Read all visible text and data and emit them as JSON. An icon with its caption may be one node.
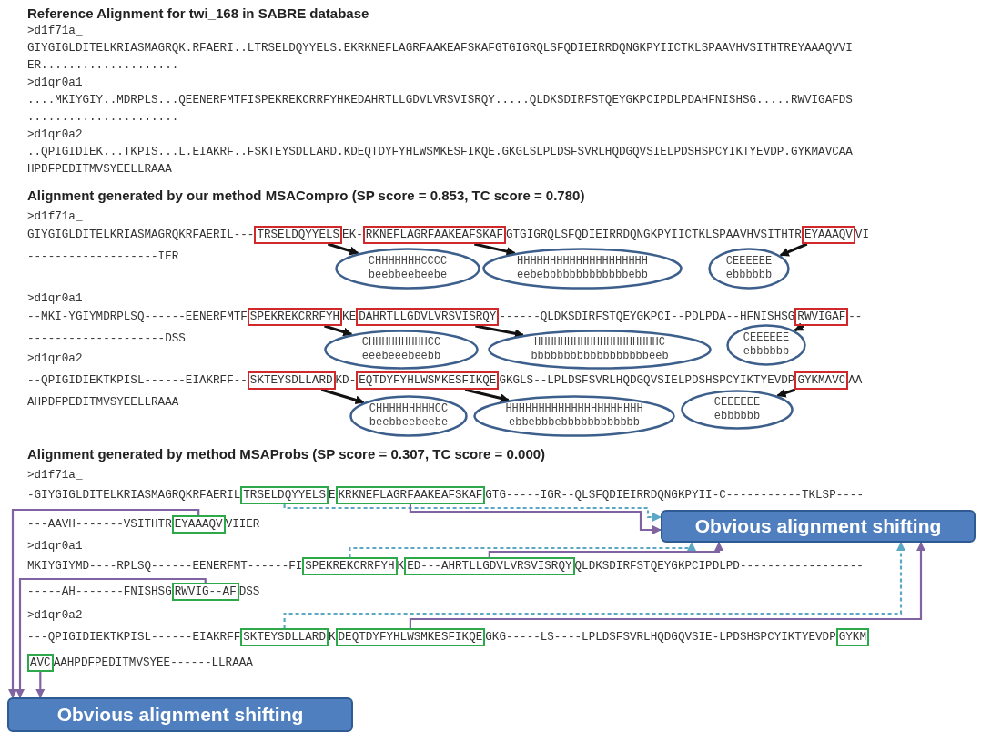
{
  "diagram": {
    "nodes": [
      {
        "text": [
          "TRSELDQYYELS"
        ]
      },
      {
        "text": [
          "RKNEFLAGRFAAKEAFSKAF"
        ]
      },
      {
        "text": [
          "EYAAAQV"
        ]
      },
      {
        "text": [
          "CHHHHHHHCCCC",
          "beebbeebeebe"
        ]
      },
      {
        "text": [
          "HHHHHHHHHHHHHHHHHHHH",
          "eebebbbbbbbbbbbbbebb"
        ]
      },
      {
        "text": [
          "CEEEEEE",
          "ebbbbbb"
        ]
      },
      {
        "text": [
          "SPEKREKCRRFYH"
        ]
      },
      {
        "text": [
          "DAHRTLLGDVLVRSVISRQY"
        ]
      },
      {
        "text": [
          "RWVIGAF"
        ]
      },
      {
        "text": [
          "CHHHHHHHHHCC",
          "eeebeeebeebb"
        ]
      },
      {
        "text": [
          "HHHHHHHHHHHHHHHHHHHC",
          "bbbbbbbbbbbbbbbbbbeeb"
        ]
      },
      {
        "text": [
          "CEEEEEE",
          "ebbbbbb"
        ]
      },
      {
        "text": [
          "SKTEYSDLLARD"
        ]
      },
      {
        "text": [
          "EQTDYFYHLWSMKESFIKQE"
        ]
      },
      {
        "text": [
          "GYKMAVC"
        ]
      },
      {
        "text": [
          "CHHHHHHHHHCC",
          "beebbeebeebe"
        ]
      },
      {
        "text": [
          "HHHHHHHHHHHHHHHHHHHHH",
          "ebbebbbebbbbbbbbbbbb"
        ]
      },
      {
        "text": [
          "CEEEEEE",
          "ebbbbbb"
        ]
      },
      {
        "text": [
          "TRSELDQYYELS"
        ]
      },
      {
        "text": [
          "KRKNEFLAGRFAAKEAFSKAF"
        ]
      },
      {
        "text": [
          "EYAAAQV"
        ]
      },
      {
        "text": [
          "Obvious alignment shifting"
        ]
      },
      {
        "text": [
          "SPEKREKCRRFYH"
        ]
      },
      {
        "text": [
          "ED---AHRTLLGDVLVRSVISRQY"
        ]
      },
      {
        "text": [
          "RWVIG--AF"
        ]
      },
      {
        "text": [
          "SKTEYSDLLARD"
        ]
      },
      {
        "text": [
          "DEQTDYFYHLWSMKESFIKQE"
        ]
      },
      {
        "text": [
          "GYKM"
        ]
      },
      {
        "text": [
          "AVC"
        ]
      },
      {
        "text": [
          "Obvious alignment shifting"
        ]
      }
    ],
    "edges": [
      {
        "from": 0,
        "to": 3,
        "arrow": "to"
      },
      {
        "from": 1,
        "to": 4,
        "arrow": "to"
      },
      {
        "from": 2,
        "to": 5,
        "arrow": "to"
      },
      {
        "from": 6,
        "to": 9,
        "arrow": "to"
      },
      {
        "from": 7,
        "to": 10,
        "arrow": "to"
      },
      {
        "from": 8,
        "to": 11,
        "arrow": "to"
      },
      {
        "from": 12,
        "to": 15,
        "arrow": "to"
      },
      {
        "from": 13,
        "to": 16,
        "arrow": "to"
      },
      {
        "from": 14,
        "to": 17,
        "arrow": "to"
      },
      {
        "from": 18,
        "to": 21,
        "arrow": "to",
        "style": "dashed",
        "color": "#5ba7c4"
      },
      {
        "from": 19,
        "to": 21,
        "arrow": "to",
        "color": "#8064a2"
      },
      {
        "from": 22,
        "to": 21,
        "arrow": "to",
        "style": "dashed",
        "color": "#5ba7c4"
      },
      {
        "from": 23,
        "to": 21,
        "arrow": "to",
        "color": "#8064a2"
      },
      {
        "from": 25,
        "to": 21,
        "arrow": "to",
        "style": "dashed",
        "color": "#5ba7c4"
      },
      {
        "from": 26,
        "to": 21,
        "arrow": "to",
        "color": "#8064a2"
      },
      {
        "from": 20,
        "to": 29,
        "arrow": "to",
        "color": "#8064a2"
      },
      {
        "from": 24,
        "to": 29,
        "arrow": "to",
        "color": "#8064a2"
      },
      {
        "from": 28,
        "to": 29,
        "arrow": "to",
        "color": "#8064a2"
      }
    ],
    "labels": [
      "Reference Alignment for twi_168 in SABRE database",
      ">d1f71a_",
      "GIYGIGLDITELKRIASMAGRQK.RFAERI..LTRSELDQYYELS.EKRKNEFLAGRFAAKEAFSKAFGTGIGRQLSFQDIEIRRDQNGKPYIICTKLSPAAVHVSITHTREYAAAQVVI",
      "ER....................",
      ">d1qr0a1",
      "....MKIYGIY..MDRPLS...QEENERFMTFISPEKREKCRRFYHKEDAHRTLLGDVLVRSVISRQY.....QLDKSDIRFSTQEYGKPCIPDLPDAHFNISHSG.....RWVIGAFDS",
      "......................",
      ">d1qr0a2",
      "..QPIGIDIEK...TKPIS...L.EIAKRF..FSKTEYSDLLARD.KDEQTDYFYHLWSMKESFIKQE.GKGLSLPLDSFSVRLHQDGQVSIELPDSHSPCYIKTYEVDP.GYKMAVCAA",
      "HPDFPEDITMVSYEELLRAAA",
      "Alignment generated by our method MSACompro (SP score = 0.853, TC score = 0.780)",
      ">d1f71a_",
      "GIYGIGLDITELKRIASMAGRQKRFAERIL---",
      "EK-",
      "GTGIGRQLSFQDIEIRRDQNGKPYIICTKLSPAAVHVSITHTR",
      "VI",
      "-------------------IER",
      ">d1qr0a1",
      "--MKI-YGIYMDRPLSQ------EENERFMTF",
      "KE",
      "------QLDKSDIRFSTQEYGKPCI--PDLPDA--HFNISHSG",
      "--",
      "--------------------DSS",
      ">d1qr0a2",
      "--QPIGIDIEKTKPISL------EIAKRFF--",
      "KD-",
      "GKGLS--LPLDSFSVRLHQDGQVSIELPDSHSPCYIKTYEVDP",
      "AA",
      "AHPDFPEDITMVSYEELLRAAA",
      "Alignment generated by method MSAProbs (SP score = 0.307, TC score = 0.000)",
      ">d1f71a_",
      "-GIYGIGLDITELKRIASMAGRQKRFAERIL",
      "E",
      "GTG-----IGR--QLSFQDIEIRRDQNGKPYII-C-----------TKLSP----",
      "---AAVH-------VSITHTR",
      "VIIER",
      ">d1qr0a1",
      "MKIYGIYMD----RPLSQ------EENERFMT------FI",
      "K",
      "QLDKSDIRFSTQEYGKPCIPDLPD------------------",
      "-----AH-------FNISHSG",
      "DSS",
      ">d1qr0a2",
      "---QPIGIDIEKTKPISL------EIAKRFF",
      "K",
      "GKG-----LS----LPLDSFSVRLHQDGQVSIE-LPDSHSPCYIKTYEVDP",
      "AAHPDFPEDITMVSYEE------LLRAAA"
    ]
  }
}
